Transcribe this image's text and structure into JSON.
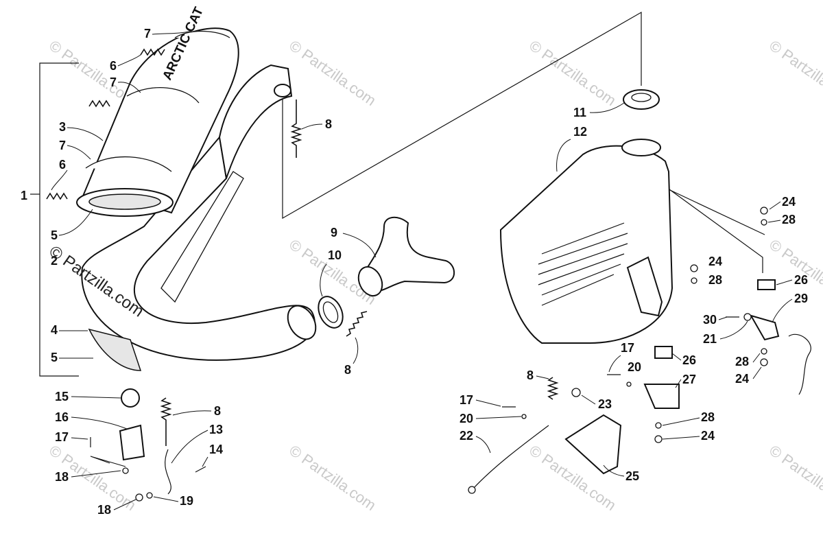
{
  "watermark": {
    "main": "© Partzilla.com",
    "repeat": "© Partzilla.com"
  },
  "muffler_logo": "ARCTIC CAT",
  "callouts": {
    "c1": "1",
    "c2": "2",
    "c3": "3",
    "c4": "4",
    "c5a": "5",
    "c5b": "5",
    "c6a": "6",
    "c6b": "6",
    "c7a": "7",
    "c7b": "7",
    "c7c": "7",
    "c8a": "8",
    "c8b": "8",
    "c8c": "8",
    "c8d": "8",
    "c9": "9",
    "c10": "10",
    "c11": "11",
    "c12": "12",
    "c13": "13",
    "c14": "14",
    "c15": "15",
    "c16": "16",
    "c17a": "17",
    "c17b": "17",
    "c17c": "17",
    "c18a": "18",
    "c18b": "18",
    "c19": "19",
    "c20a": "20",
    "c20b": "20",
    "c21": "21",
    "c22": "22",
    "c23": "23",
    "c24a": "24",
    "c24b": "24",
    "c24c": "24",
    "c24d": "24",
    "c25": "25",
    "c26a": "26",
    "c26b": "26",
    "c27": "27",
    "c28a": "28",
    "c28b": "28",
    "c28c": "28",
    "c28d": "28",
    "c29": "29",
    "c30": "30"
  }
}
